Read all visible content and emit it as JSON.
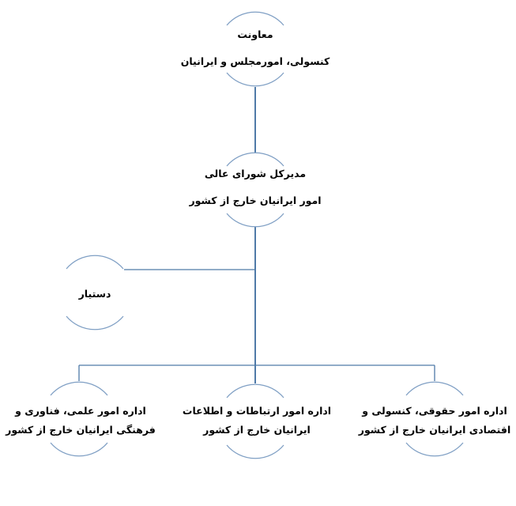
{
  "colors": {
    "connector": "#4f7aa8",
    "node_outline": "#7f9fc4",
    "text": "#000000"
  },
  "nodes": {
    "deputy": {
      "line1": "معاونت",
      "line2": "کنسولی، امورمجلس و ایرانیان"
    },
    "director_general": {
      "line1": "مدیرکل شورای عالی",
      "line2": "امور ایرانیان خارج از کشور"
    },
    "assistant": {
      "line1": "دستیار"
    },
    "dept_science": {
      "line1": "اداره امور علمی، فناوری و",
      "line2": "فرهنگی ایرانیان خارج از کشور"
    },
    "dept_communications": {
      "line1": "اداره امور ارتباطات و اطلاعات",
      "line2": "ایرانیان خارج از کشور"
    },
    "dept_legal": {
      "line1": "اداره امور حقوقی، کنسولی و",
      "line2": "اقتصادی ایرانیان خارج از کشور"
    }
  }
}
